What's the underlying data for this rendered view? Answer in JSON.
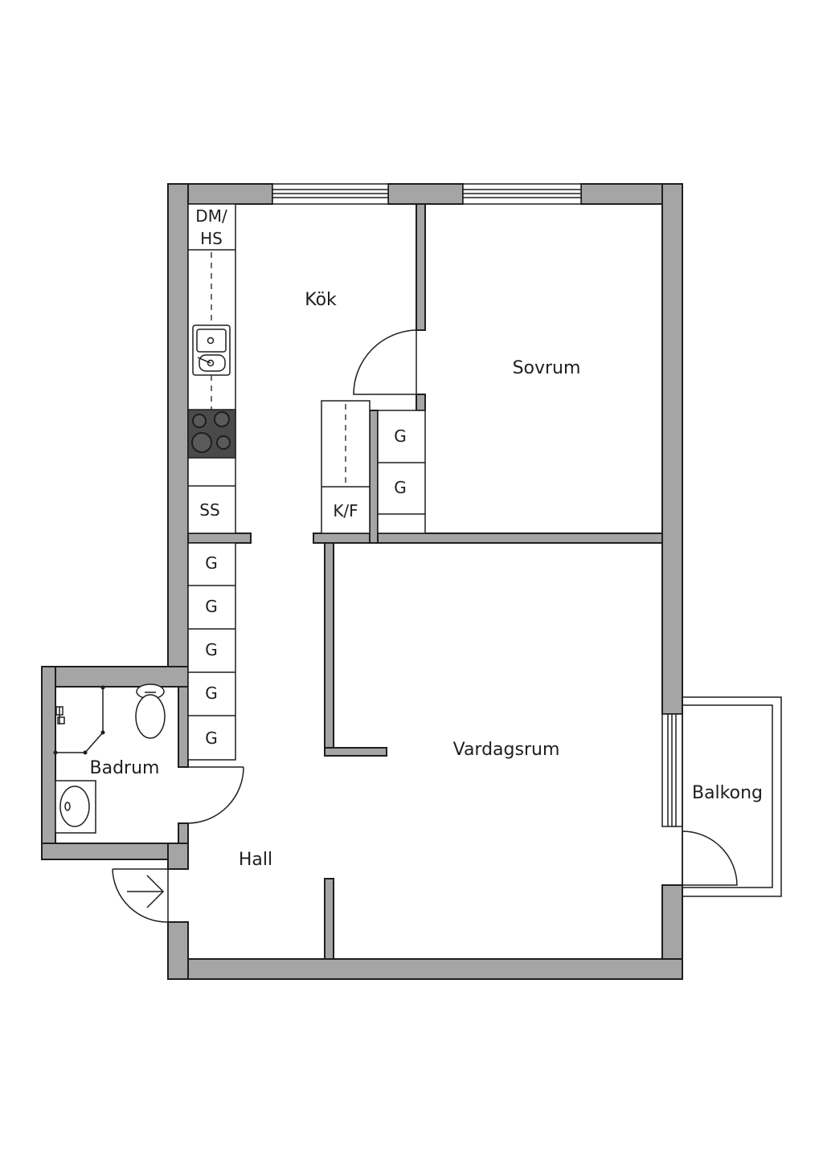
{
  "rooms": {
    "kok": "Kök",
    "sovrum": "Sovrum",
    "vardagsrum": "Vardagsrum",
    "hall": "Hall",
    "badrum": "Badrum",
    "balkong": "Balkong"
  },
  "fixtures": {
    "dishwasher_line1": "DM/",
    "dishwasher_line2": "HS",
    "freezer": "SS",
    "fridge_freezer": "K/F",
    "wardrobe": "G"
  },
  "colors": {
    "wall": "#a5a5a5",
    "stove": "#4a4a4a",
    "line": "#1e1e1e"
  }
}
